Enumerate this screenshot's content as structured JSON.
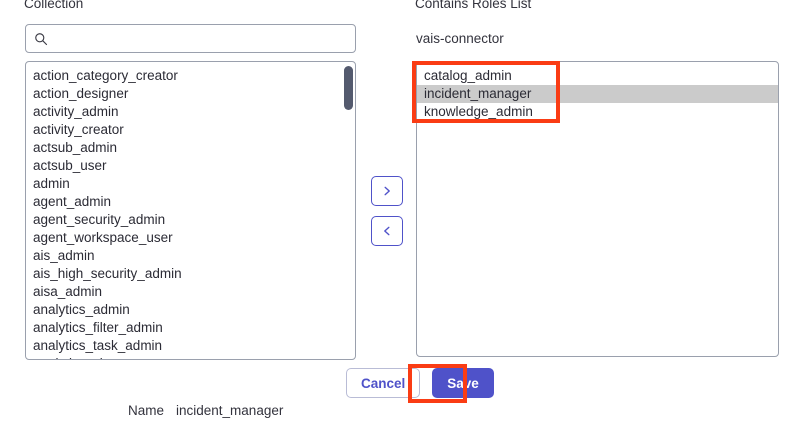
{
  "left_panel": {
    "label": "Collection",
    "search": {
      "placeholder": "",
      "value": "",
      "icon": "search-icon"
    },
    "items": [
      "action_category_creator",
      "action_designer",
      "activity_admin",
      "activity_creator",
      "actsub_admin",
      "actsub_user",
      "admin",
      "agent_admin",
      "agent_security_admin",
      "agent_workspace_user",
      "ais_admin",
      "ais_high_security_admin",
      "aisa_admin",
      "analytics_admin",
      "analytics_filter_admin",
      "analytics_task_admin",
      "analytics_viewer"
    ]
  },
  "transfer": {
    "add_label": "›",
    "remove_label": "‹",
    "add_icon": "chevron-right-icon",
    "remove_icon": "chevron-left-icon"
  },
  "right_panel": {
    "label": "Contains Roles List",
    "context_value": "vais-connector",
    "items": [
      {
        "label": "catalog_admin",
        "selected": false
      },
      {
        "label": "incident_manager",
        "selected": true
      },
      {
        "label": "knowledge_admin",
        "selected": false
      }
    ]
  },
  "footer": {
    "cancel_label": "Cancel",
    "save_label": "Save"
  },
  "name_row": {
    "label": "Name",
    "value": "incident_manager"
  },
  "colors": {
    "accent": "#4f52c9",
    "annotation": "#fa3c14",
    "selection": "#cbcbcb",
    "border": "#9aa0ad",
    "scrollbar_thumb": "#545a6e"
  }
}
